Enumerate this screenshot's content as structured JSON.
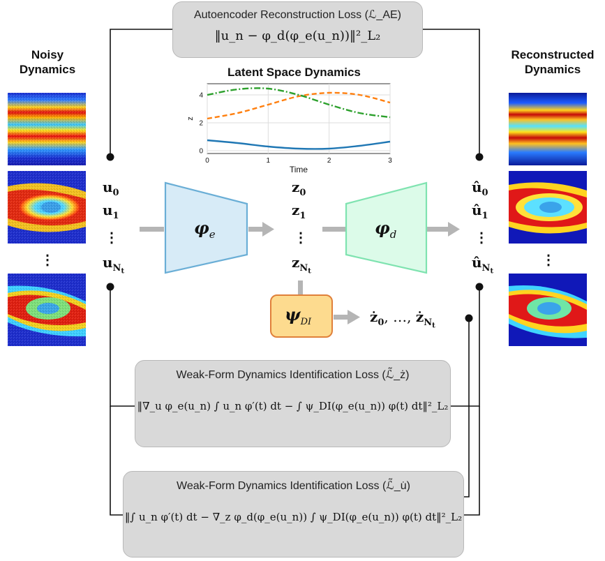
{
  "ae_loss": {
    "title": "Autoencoder Reconstruction Loss (ℒ_AE)",
    "formula": "‖u_n − φ_d(φ_e(u_n))‖²_L₂"
  },
  "left_panel": {
    "title_line1": "Noisy",
    "title_line2": "Dynamics"
  },
  "right_panel": {
    "title_line1": "Reconstructed",
    "title_line2": "Dynamics"
  },
  "latent_plot": {
    "title": "Latent Space Dynamics",
    "xlabel": "Time",
    "ylabel": "z",
    "x_ticks": [
      "0",
      "1",
      "2",
      "3"
    ],
    "y_ticks": [
      "0",
      "2",
      "4"
    ]
  },
  "chart_data": {
    "type": "line",
    "title": "Latent Space Dynamics",
    "xlabel": "Time",
    "ylabel": "z",
    "xlim": [
      0,
      3
    ],
    "ylim": [
      -0.2,
      4.8
    ],
    "grid": true,
    "series": [
      {
        "style": "solid",
        "color": "#1f77b4",
        "x": [
          0,
          0.5,
          1.0,
          1.5,
          2.0,
          2.5,
          3.0
        ],
        "values": [
          0.75,
          0.55,
          0.3,
          0.15,
          0.15,
          0.35,
          0.65
        ]
      },
      {
        "style": "dashed",
        "color": "#ff7f0e",
        "x": [
          0,
          0.5,
          1.0,
          1.5,
          2.0,
          2.5,
          3.0
        ],
        "values": [
          2.3,
          2.7,
          3.3,
          3.9,
          4.15,
          4.0,
          3.45
        ]
      },
      {
        "style": "dashdot",
        "color": "#2ca02c",
        "x": [
          0,
          0.5,
          1.0,
          1.5,
          2.0,
          2.5,
          3.0
        ],
        "values": [
          4.0,
          4.4,
          4.45,
          4.0,
          3.3,
          2.7,
          2.4
        ]
      }
    ]
  },
  "input_vars": {
    "u0": "u",
    "u0_sub": "0",
    "u1": "u",
    "u1_sub": "1",
    "uN": "u",
    "uN_sub": "N",
    "uN_subsub": "t"
  },
  "latent_vars": {
    "z0": "z",
    "z0_sub": "0",
    "z1": "z",
    "z1_sub": "1",
    "zN": "z",
    "zN_sub": "N",
    "zN_subsub": "t"
  },
  "output_vars": {
    "u0": "û",
    "u0_sub": "0",
    "u1": "û",
    "u1_sub": "1",
    "uN": "û",
    "uN_sub": "N",
    "uN_subsub": "t"
  },
  "encoder": {
    "label": "φ",
    "sub": "e"
  },
  "decoder": {
    "label": "φ",
    "sub": "d"
  },
  "dynamics_net": {
    "label": "ψ",
    "sub": "DI"
  },
  "derivatives": {
    "text": "ż",
    "sub0": "0",
    "sep": ",  …,  ",
    "subN": "N",
    "subN2": "t"
  },
  "vertical_dots": "⋮",
  "weak_z_loss": {
    "title": "Weak-Form Dynamics Identification Loss (ℒ̃_ż)",
    "formula": "‖∇_u φ_e(u_n) ∫ u_n φ′(t) dt − ∫ ψ_DI(φ_e(u_n)) φ(t) dt‖²_L₂"
  },
  "weak_u_loss": {
    "title": "Weak-Form Dynamics Identification Loss (ℒ̃_u̇)",
    "formula": "‖∫ u_n φ′(t) dt − ∇_z φ_d(φ_e(u_n)) ∫ ψ_DI(φ_e(u_n)) φ(t) dt‖²_L₂"
  },
  "colors": {
    "encoder_fill": "#d7ebf7",
    "encoder_stroke": "#6aaed6",
    "decoder_fill": "#dcfbe9",
    "decoder_stroke": "#7fe3b0",
    "dynamics_fill": "#fddb8f",
    "dynamics_stroke": "#e0803a",
    "box_fill": "#d9d9d9",
    "arrow": "#b5b5b5"
  }
}
